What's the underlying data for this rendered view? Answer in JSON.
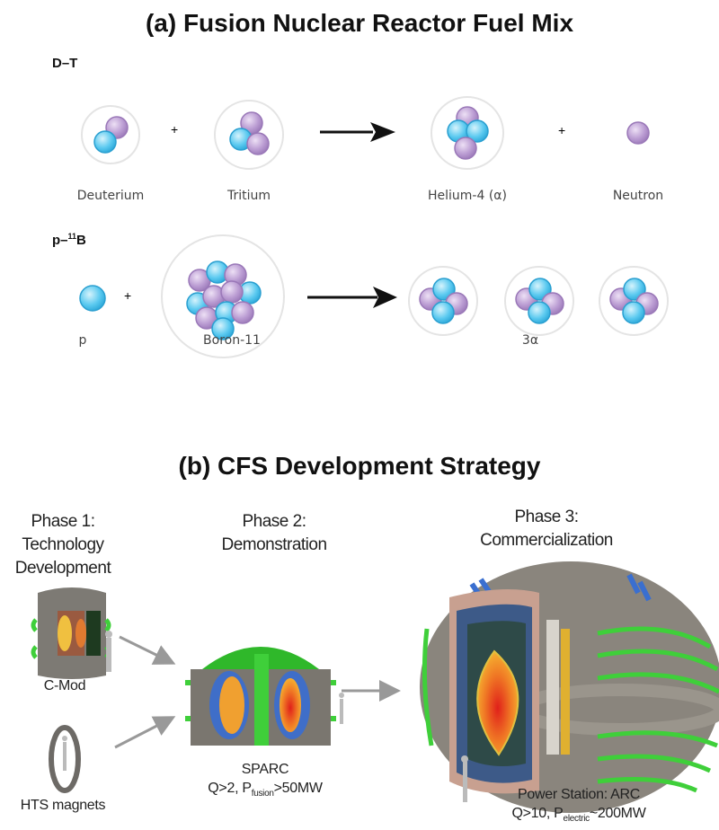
{
  "panel_a": {
    "title": "(a) Fusion Nuclear Reactor Fuel Mix",
    "reaction_dt": {
      "label": "D–T",
      "reactants": [
        "Deuterium",
        "Tritium"
      ],
      "products": [
        "Helium-4 (α)",
        "Neutron"
      ],
      "plus": "+"
    },
    "reaction_pb": {
      "label_prefix": "p–",
      "label_sup": "11",
      "label_suffix": "B",
      "reactants": [
        "p",
        "Boron-11"
      ],
      "products": [
        "3α"
      ],
      "plus": "+"
    }
  },
  "panel_b": {
    "title": "(b) CFS Development Strategy",
    "phase1": {
      "line1": "Phase 1:",
      "line2": "Technology",
      "line3": "Development",
      "item1": "C-Mod",
      "item2": "HTS magnets"
    },
    "phase2": {
      "line1": "Phase 2:",
      "line2": "Demonstration",
      "device": "SPARC",
      "spec_a": "Q>2, P",
      "spec_sub": "fusion",
      "spec_b": ">50MW"
    },
    "phase3": {
      "line1": "Phase 3:",
      "line2": "Commercialization",
      "device": "Power Station: ARC",
      "spec_a": "Q>10, P",
      "spec_sub": "electric",
      "spec_b": "~200MW"
    }
  },
  "colors": {
    "proton": "#4fc3ea",
    "neutron": "#b99bd0",
    "magnet": "#3fcf3a",
    "steel": "#77736d"
  }
}
